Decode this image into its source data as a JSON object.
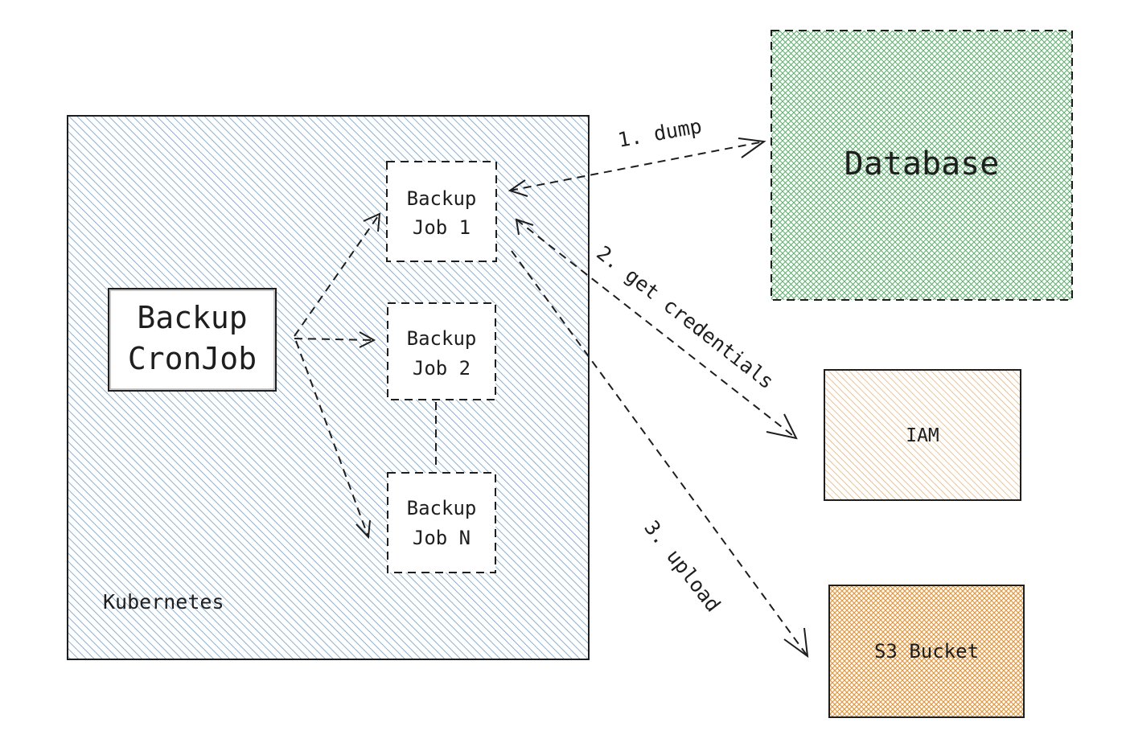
{
  "colors": {
    "stroke": "#1e1e1e",
    "kubernetes_hatch": "#6c9dc8",
    "database_hatch": "#5dae6c",
    "iam_hatch": "#e0a45e",
    "s3_hatch": "#e09a44"
  },
  "kubernetes": {
    "label": "Kubernetes"
  },
  "cronjob": {
    "line1": "Backup",
    "line2": "CronJob"
  },
  "jobs": [
    {
      "line1": "Backup",
      "line2": "Job 1"
    },
    {
      "line1": "Backup",
      "line2": "Job 2"
    },
    {
      "line1": "Backup",
      "line2": "Job N"
    }
  ],
  "database": {
    "label": "Database"
  },
  "iam": {
    "label": "IAM"
  },
  "s3": {
    "label": "S3 Bucket"
  },
  "edges": {
    "dump": "1. dump",
    "credentials": "2. get credentials",
    "upload": "3. upload"
  }
}
